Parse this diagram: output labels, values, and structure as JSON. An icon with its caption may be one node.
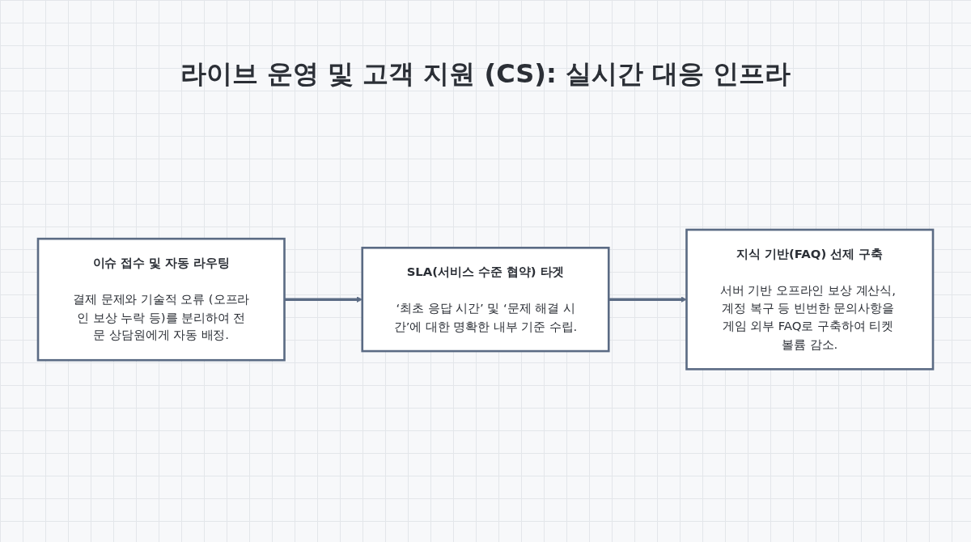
{
  "diagram": {
    "title": "라이브 운영 및 고객 지원 (CS): 실시간 대응 인프라",
    "nodes": [
      {
        "text": [
          "이슈 접수 및 자동 라우팅",
          "결제 문제와 기술적 오류 (오프라인 보상 누락 등)를 분리하여 전문 상담원에게 자동 배정."
        ]
      },
      {
        "text": [
          "SLA(서비스 수준 협약) 타겟",
          "‘최초 응답 시간’ 및 ‘문제 해결 시간’에 대한 명확한 내부 기준 수립."
        ]
      },
      {
        "text": [
          "지식 기반(FAQ) 선제 구축",
          "서버 기반 오프라인 보상 계산식, 계정 복구 등 빈번한 문의사항을 게임 외부 FAQ로 구축하여 티켓 볼륨 감소."
        ]
      }
    ],
    "edges": [
      {
        "from": 0,
        "to": 1,
        "arrow": "to"
      },
      {
        "from": 1,
        "to": 2,
        "arrow": "to"
      }
    ]
  }
}
